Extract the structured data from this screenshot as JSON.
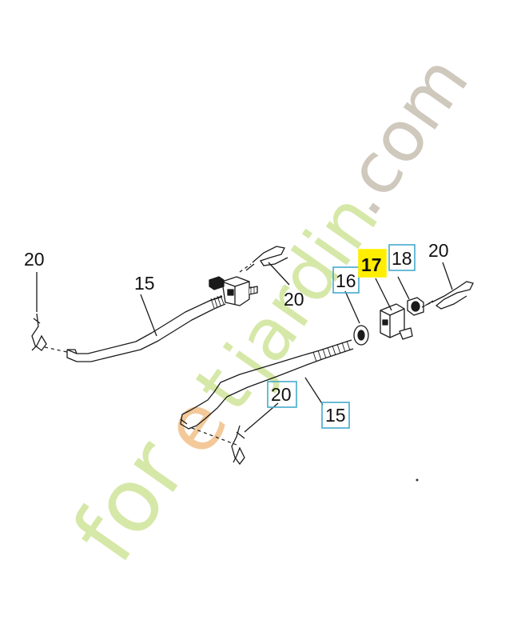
{
  "watermark": {
    "site": "foretjardin.com",
    "parts": {
      "a": "for",
      "b": "e",
      "c": "t",
      "d": "jardin",
      "e": ".com"
    },
    "color_green": "#d6e8a8",
    "color_orange": "#f3c99a",
    "color_grey": "#cfc8bc"
  },
  "callouts": {
    "c20_left": "20",
    "c15_left": "15",
    "c20_upper_mid": "20",
    "c17": "17",
    "c18": "18",
    "c20_right": "20",
    "c16": "16",
    "c20_lower_mid": "20",
    "c15_lower": "15"
  },
  "highlight": {
    "selected_part": "17",
    "selected_color": "#ffee00",
    "boxed_color": "#44aacc"
  }
}
